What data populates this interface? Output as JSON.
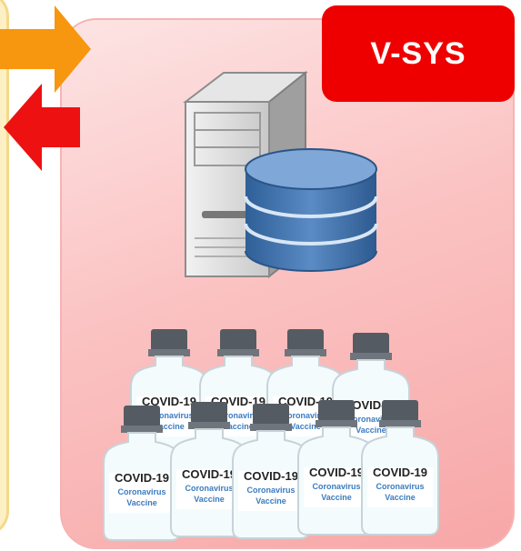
{
  "title": "V-SYS",
  "vial": {
    "main": "COVID-19",
    "sub1": "Coronavirus",
    "sub2": "Vaccine"
  },
  "colors": {
    "accent_red": "#ee0000",
    "arrow_orange": "#f7960f",
    "arrow_red": "#ee1111",
    "panel_pink": "#fbc3c3",
    "left_panel": "#fdf0c4"
  },
  "icons": [
    "orange-arrow-right-icon",
    "red-arrow-left-icon",
    "server-icon",
    "database-icon",
    "vaccine-vial-icon"
  ]
}
